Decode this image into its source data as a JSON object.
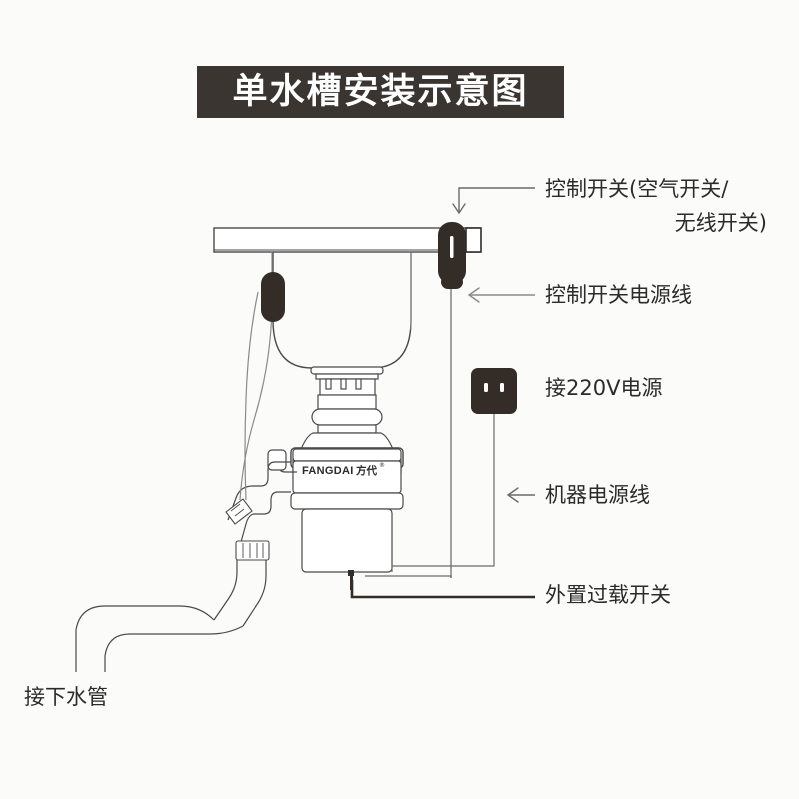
{
  "title": {
    "text": "单水槽安装示意图",
    "background": "#3a3531",
    "color": "#ffffff"
  },
  "labels": {
    "control_switch_line1": "控制开关(空气开关/",
    "control_switch_line2": "无线开关)",
    "control_switch_cable": "控制开关电源线",
    "power_220v": "接220V电源",
    "machine_power_cable": "机器电源线",
    "external_overload_switch": "外置过载开关",
    "drain_pipe": "接下水管"
  },
  "product": {
    "brand_latin": "FANGDAI",
    "brand_cn": "方代",
    "trademark": "®"
  },
  "colors": {
    "background": "#fbfbfa",
    "line": "#4a4a4a",
    "dark_part": "#332c27",
    "leader": "#6b6b6b",
    "banner": "#3a3531",
    "text": "#2b2b2b"
  },
  "parts": {
    "countertop": "countertop-slab",
    "sink_basin": "sink-basin",
    "sink_flange": "sink-drain-flange",
    "disposer": "food-waste-disposer",
    "control_switch_module": "control-switch-module",
    "cable_clip": "cable-clip",
    "outlet_220v": "power-outlet-220v",
    "overload_reset_button": "overload-reset-button",
    "drain_hose": "drain-hose",
    "hose_clamp": "hose-clamp",
    "drain_pipe": "drain-pipe-s-trap"
  }
}
